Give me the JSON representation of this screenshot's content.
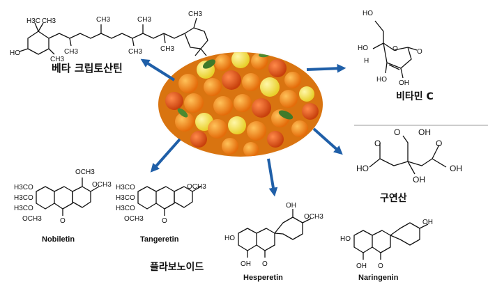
{
  "center": {
    "image": "citrus-fruit-pile-photo"
  },
  "compounds": {
    "beta_cryptoxanthin": {
      "label": "베타 크립토산틴"
    },
    "vitamin_c": {
      "label": "비타민 C"
    },
    "citric_acid": {
      "label": "구연산"
    },
    "flavonoids": {
      "label": "플라보노이드"
    }
  },
  "flavonoids": [
    {
      "name": "Nobiletin"
    },
    {
      "name": "Tangeretin"
    },
    {
      "name": "Hesperetin"
    },
    {
      "name": "Naringenin"
    }
  ],
  "atoms": {
    "ho": "HO",
    "oh": "OH",
    "o": "O",
    "h": "H",
    "och3": "OCH3",
    "h3co": "H3CO",
    "h3c": "H3C",
    "ch3": "CH3"
  },
  "colors": {
    "arrow": "#1f5fa8",
    "divider": "#999999"
  }
}
